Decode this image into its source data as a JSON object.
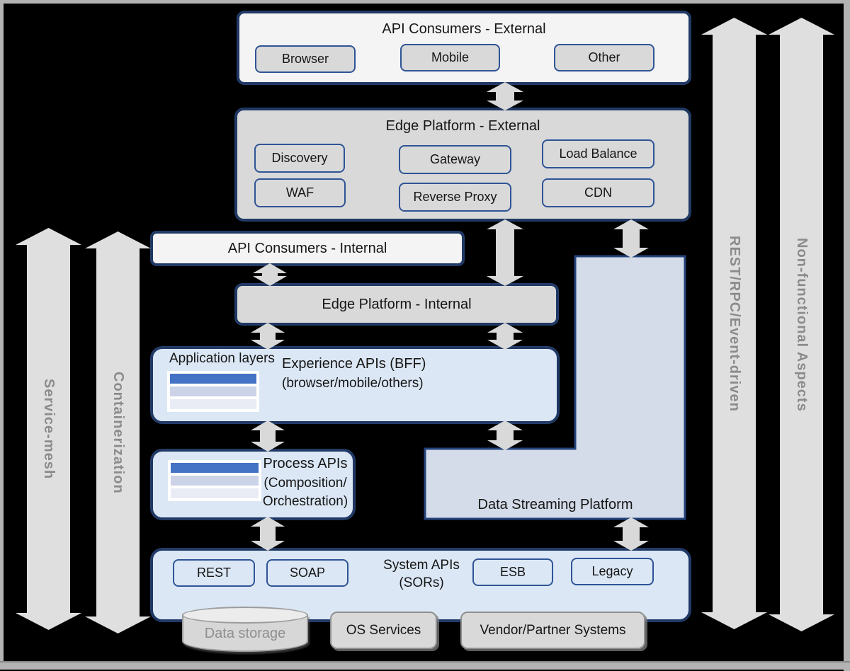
{
  "layers": {
    "apiConsumersExternal": {
      "title": "API Consumers - External",
      "items": [
        "Browser",
        "Mobile",
        "Other"
      ]
    },
    "edgePlatformExternal": {
      "title": "Edge Platform - External",
      "items": [
        "Discovery",
        "Gateway",
        "Load Balance",
        "WAF",
        "Reverse Proxy",
        "CDN"
      ]
    },
    "apiConsumersInternal": {
      "title": "API Consumers - Internal"
    },
    "edgePlatformInternal": {
      "title": "Edge Platform - Internal"
    },
    "experienceApis": {
      "sideLabel": "Application layers",
      "title": "Experience APIs (BFF)",
      "subtitle": "(browser/mobile/others)"
    },
    "processApis": {
      "title": "Process APIs",
      "subtitle1": "(Composition/",
      "subtitle2": "Orchestration)"
    },
    "dataStreaming": {
      "title": "Data Streaming Platform"
    },
    "systemApis": {
      "title1": "System APIs",
      "title2": "(SORs)",
      "items": [
        "REST",
        "SOAP",
        "ESB",
        "Legacy"
      ]
    },
    "backend": {
      "dataStorage": "Data storage",
      "osServices": "OS Services",
      "vendorPartner": "Vendor/Partner Systems"
    }
  },
  "sideArrows": {
    "serviceMesh": "Service-mesh",
    "containerization": "Containerization",
    "restRpc": "REST/RPC/Event-driven",
    "nonFunctional": "Non-functional Aspects"
  },
  "colors": {
    "background": "#000000",
    "frameGray": "#b3b3b3",
    "borderNavy": "#203864",
    "innerBorderBlue": "#2F5496",
    "grayFill": "#d9d9d9",
    "lightFill": "#f4f4f4",
    "blueFill": "#dbe7f5",
    "streamFill": "#d4dbe9",
    "barBlue": "#4472C4",
    "barLight": "#ccd2e8",
    "barLighter": "#e9ecf5",
    "arrowGray": "#dfdfdf",
    "arrowTextGray": "#8b8b8b"
  }
}
